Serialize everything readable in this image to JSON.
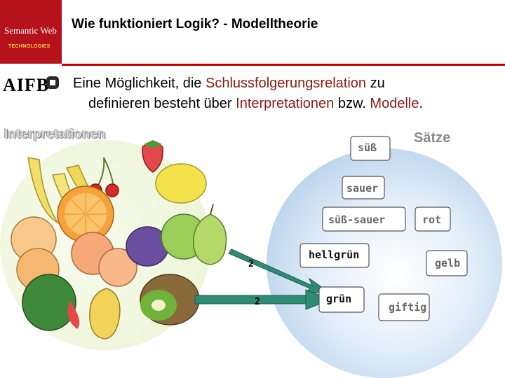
{
  "logo": {
    "line1": "Semantic Web",
    "line2": "TECHNOLOGIES",
    "org": "AIFB"
  },
  "slide_title": "Wie funktioniert Logik? - Modelltheorie",
  "bullet": {
    "part1": "Eine Möglichkeit, die ",
    "term1": "Schlussfolgerungsrelation",
    "part2": " zu",
    "part3": "definieren besteht über ",
    "term2": "Interpretationen",
    "part4": " bzw. ",
    "term3": "Modelle",
    "part5": "."
  },
  "labels": {
    "interpretations": "Interpretationen",
    "sentences": "Sätze"
  },
  "sentences": [
    "süß",
    "sauer",
    "süß-sauer",
    "rot",
    "hellgrün",
    "gelb",
    "grün",
    "giftig"
  ],
  "arrow_labels": [
    "2",
    "2"
  ],
  "colors": {
    "brand_red": "#b5121b",
    "highlight": "#8c1a12",
    "sentence_cloud": "#cfe0f2",
    "arrow": "#2e8b75"
  }
}
